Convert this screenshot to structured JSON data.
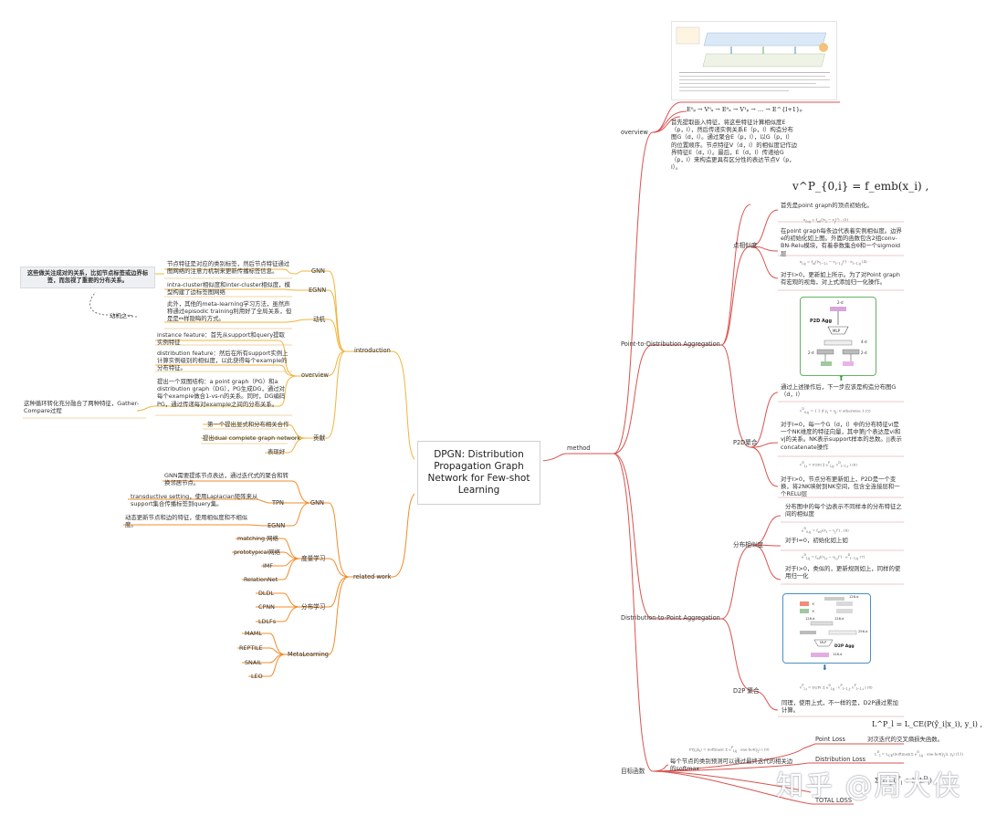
{
  "center": {
    "title": "DPGN: Distribution Propagation Graph Network for Few-shot Learning"
  },
  "left": {
    "introduction": {
      "label": "introduction",
      "gnn": {
        "label": "GNN",
        "text": "节点特征是对应的类别标签，然后节点特征通过图网络的注意力机制来更新传播标签信息。"
      },
      "egnn": {
        "label": "EGNN",
        "text": "intra-cluster相似度和inter-cluster相似度，模型构建了边标签图网络"
      },
      "motivation": {
        "label": "动机",
        "text": "此外，其他的meta-learning学习方法，虽然声称通过episodic training利用好了全局关系，但是是↔样隐晦的方式。",
        "side": "动机之一"
      },
      "overview": {
        "label": "overview",
        "instance": "instance feature：首先从support和query提取实例特征",
        "distribution": "distribution feature：然后在所有support实例上计算实例级别的相似度，以此获得每个example的分布特征。",
        "dual": "提出一个双图结构：a point graph（PG）和a distribution graph（DG），PG生成DG，通过对每个example做合1-vs-n的关系。同时，DG编码PG，通过传递每对example之间的分布关系。",
        "note": "这种循环转化充分融合了两种特征，Gather-Compare过程"
      },
      "contribution": {
        "label": "贡献",
        "items": [
          "第一个提出显式和分布相关合作",
          "提出dual complete graph network",
          "表现好"
        ]
      },
      "annotation": "这些做关注成对的关系，比如节点标签或边界标签，而忽视了重要的分布关系。"
    },
    "related": {
      "label": "related work",
      "gnn": {
        "label": "GNN",
        "egnn": "EGNN",
        "tpn": "TPN",
        "gnn_text": "GNN需要提炼节点表达，通过迭代式的聚合和转换邻居节点。",
        "tpn_text": "transductive setting，使用Laplacian矩阵来从support集合传播标签到query集。",
        "egnn_text": "动态更新节点和边的特征，使用相似度和不相似度。"
      },
      "metric": {
        "label": "度量学习",
        "items": [
          "matching 网络",
          "prototypical网络",
          "IMF",
          "RelationNet"
        ]
      },
      "distribution": {
        "label": "分布学习",
        "items": [
          "DLDL",
          "CPNN",
          "LDLFs"
        ]
      },
      "meta": {
        "label": "MetaLearning",
        "items": [
          "MAML",
          "REPTILE",
          "SNAIL",
          "LEO"
        ]
      }
    }
  },
  "right": {
    "method": {
      "label": "method"
    },
    "overview": {
      "label": "overview",
      "formula": "E⁰ₚ → V⁰ₐ → E⁰ₐ → V¹ₚ → … → E^{l+1}ₚ",
      "text": "首先提取嵌入特征，将这些特征计算相似度E（p，l），然后传递实例关系E（p，l）构造分布图G（d，l）。通过聚合E（p，l），以G（p，l）的位置顺序。节点特征V（d，l）的相似度记作边界特征E（d，l）。最后，E（d，l）传递给G（p，l）来构造更具有区分性的表达节点V（p，l）。"
    },
    "p2d": {
      "label": "Point-to-Distribution Aggregation",
      "init_formula": "v^P_{0,i} = f_emb(x_i) ,",
      "init_text": "首先是point graph的顶点初始化。",
      "edge": {
        "label": "点相似度",
        "text1": "在point graph每条边代表着实例相似度。边界e的初始化如上图。外面的函数包含2组conv-BN-Relu模块，有着参数集合θ和一个sigmoid层",
        "text2": "对于l>0，更新如上所示。为了对Point graph有宏观的视角，对上式添加归一化操作。"
      },
      "agg": {
        "label": "P2D聚合",
        "text1": "通过上述操作后，下一步应该是构造分布图G（d，l）",
        "text2": "对于l=0，每一个G（d，l）中的分布特征vi是一个NK维度的特征向量，其中第j个表达是vi和vj的关系。NK表示support样本的总数。||表示concatenate操作",
        "text3": "对于l>0，节点分布更新如上，P2D是一个变换，将2NK映射到NK空间，包含全连接层和一个RELU层"
      },
      "figure": {
        "title": "P2D Agg",
        "labels": [
          "2-d",
          "MLP",
          "4-d",
          "2-d",
          "2-d"
        ]
      }
    },
    "d2p": {
      "label": "Distribution-to-Point Aggregation",
      "sim": {
        "label": "分布相似度",
        "text0": "分布图中的每个边表示不同样本的分布特征之间的相似度",
        "text1": "对于l=0，初始化如上如",
        "text2": "对于l>0，类似的，更新规则如上，同样的使用归一化"
      },
      "agg": {
        "label": "D2P 聚合",
        "text": "同理，使用上式，不一样的是，D2P通过累加计算。"
      },
      "figure": {
        "title": "D2P Agg",
        "labels": [
          "128-d",
          "128-d",
          "128-d",
          "256-d",
          "128-d",
          "MLP"
        ]
      }
    },
    "objective": {
      "label": "目标函数",
      "softmax_text": "每个节点的类别预测可以通过最终迭代的相关边的softmax",
      "point_loss": "Point Loss",
      "point_loss_text": "对次迭代的交叉熵损失函数。",
      "dist_loss": "Distribution Loss",
      "total_loss": "TOTAL LOSS",
      "ce_formula": "L^P_l = L_CE(P(ŷ_i|x_i), y_i) ,"
    }
  },
  "watermark": "知乎 @周大侠",
  "colors": {
    "left_branch": "#f0b43c",
    "related_branch": "#f08c2a",
    "right_branch": "#d9534f",
    "center_border": "#d0d0d0"
  }
}
